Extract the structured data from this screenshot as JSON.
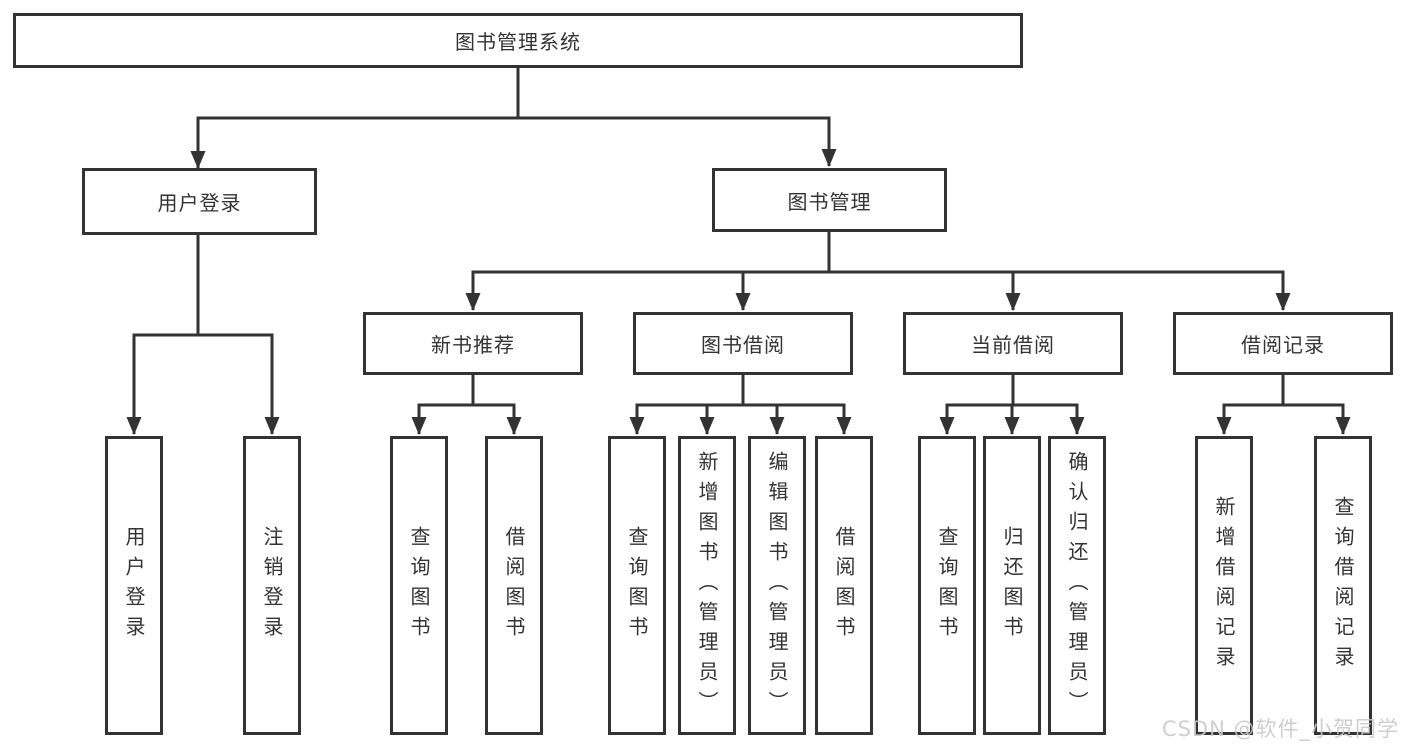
{
  "nodes": {
    "root": "图书管理系统",
    "user_login": "用户登录",
    "book_mgmt": "图书管理",
    "new_book_rec": "新书推荐",
    "book_borrow": "图书借阅",
    "current_borrow": "当前借阅",
    "borrow_records": "借阅记录",
    "leaf_user_login": "用户登录",
    "leaf_logout": "注销登录",
    "nb_query_books": "查询图书",
    "nb_borrow_books": "借阅图书",
    "bb_query_books": "查询图书",
    "bb_add_books": "新增图书（管理员）",
    "bb_edit_books": "编辑图书（管理员）",
    "bb_borrow_books": "借阅图书",
    "cb_query_books": "查询图书",
    "cb_return_books": "归还图书",
    "cb_confirm_return": "确认归还（管理员）",
    "br_add_record": "新增借阅记录",
    "br_query_record": "查询借阅记录"
  },
  "watermark": "CSDN @软件_小贺同学",
  "colors": {
    "line": "#333333",
    "text": "#333333",
    "watermark": "#c9c9c9"
  }
}
